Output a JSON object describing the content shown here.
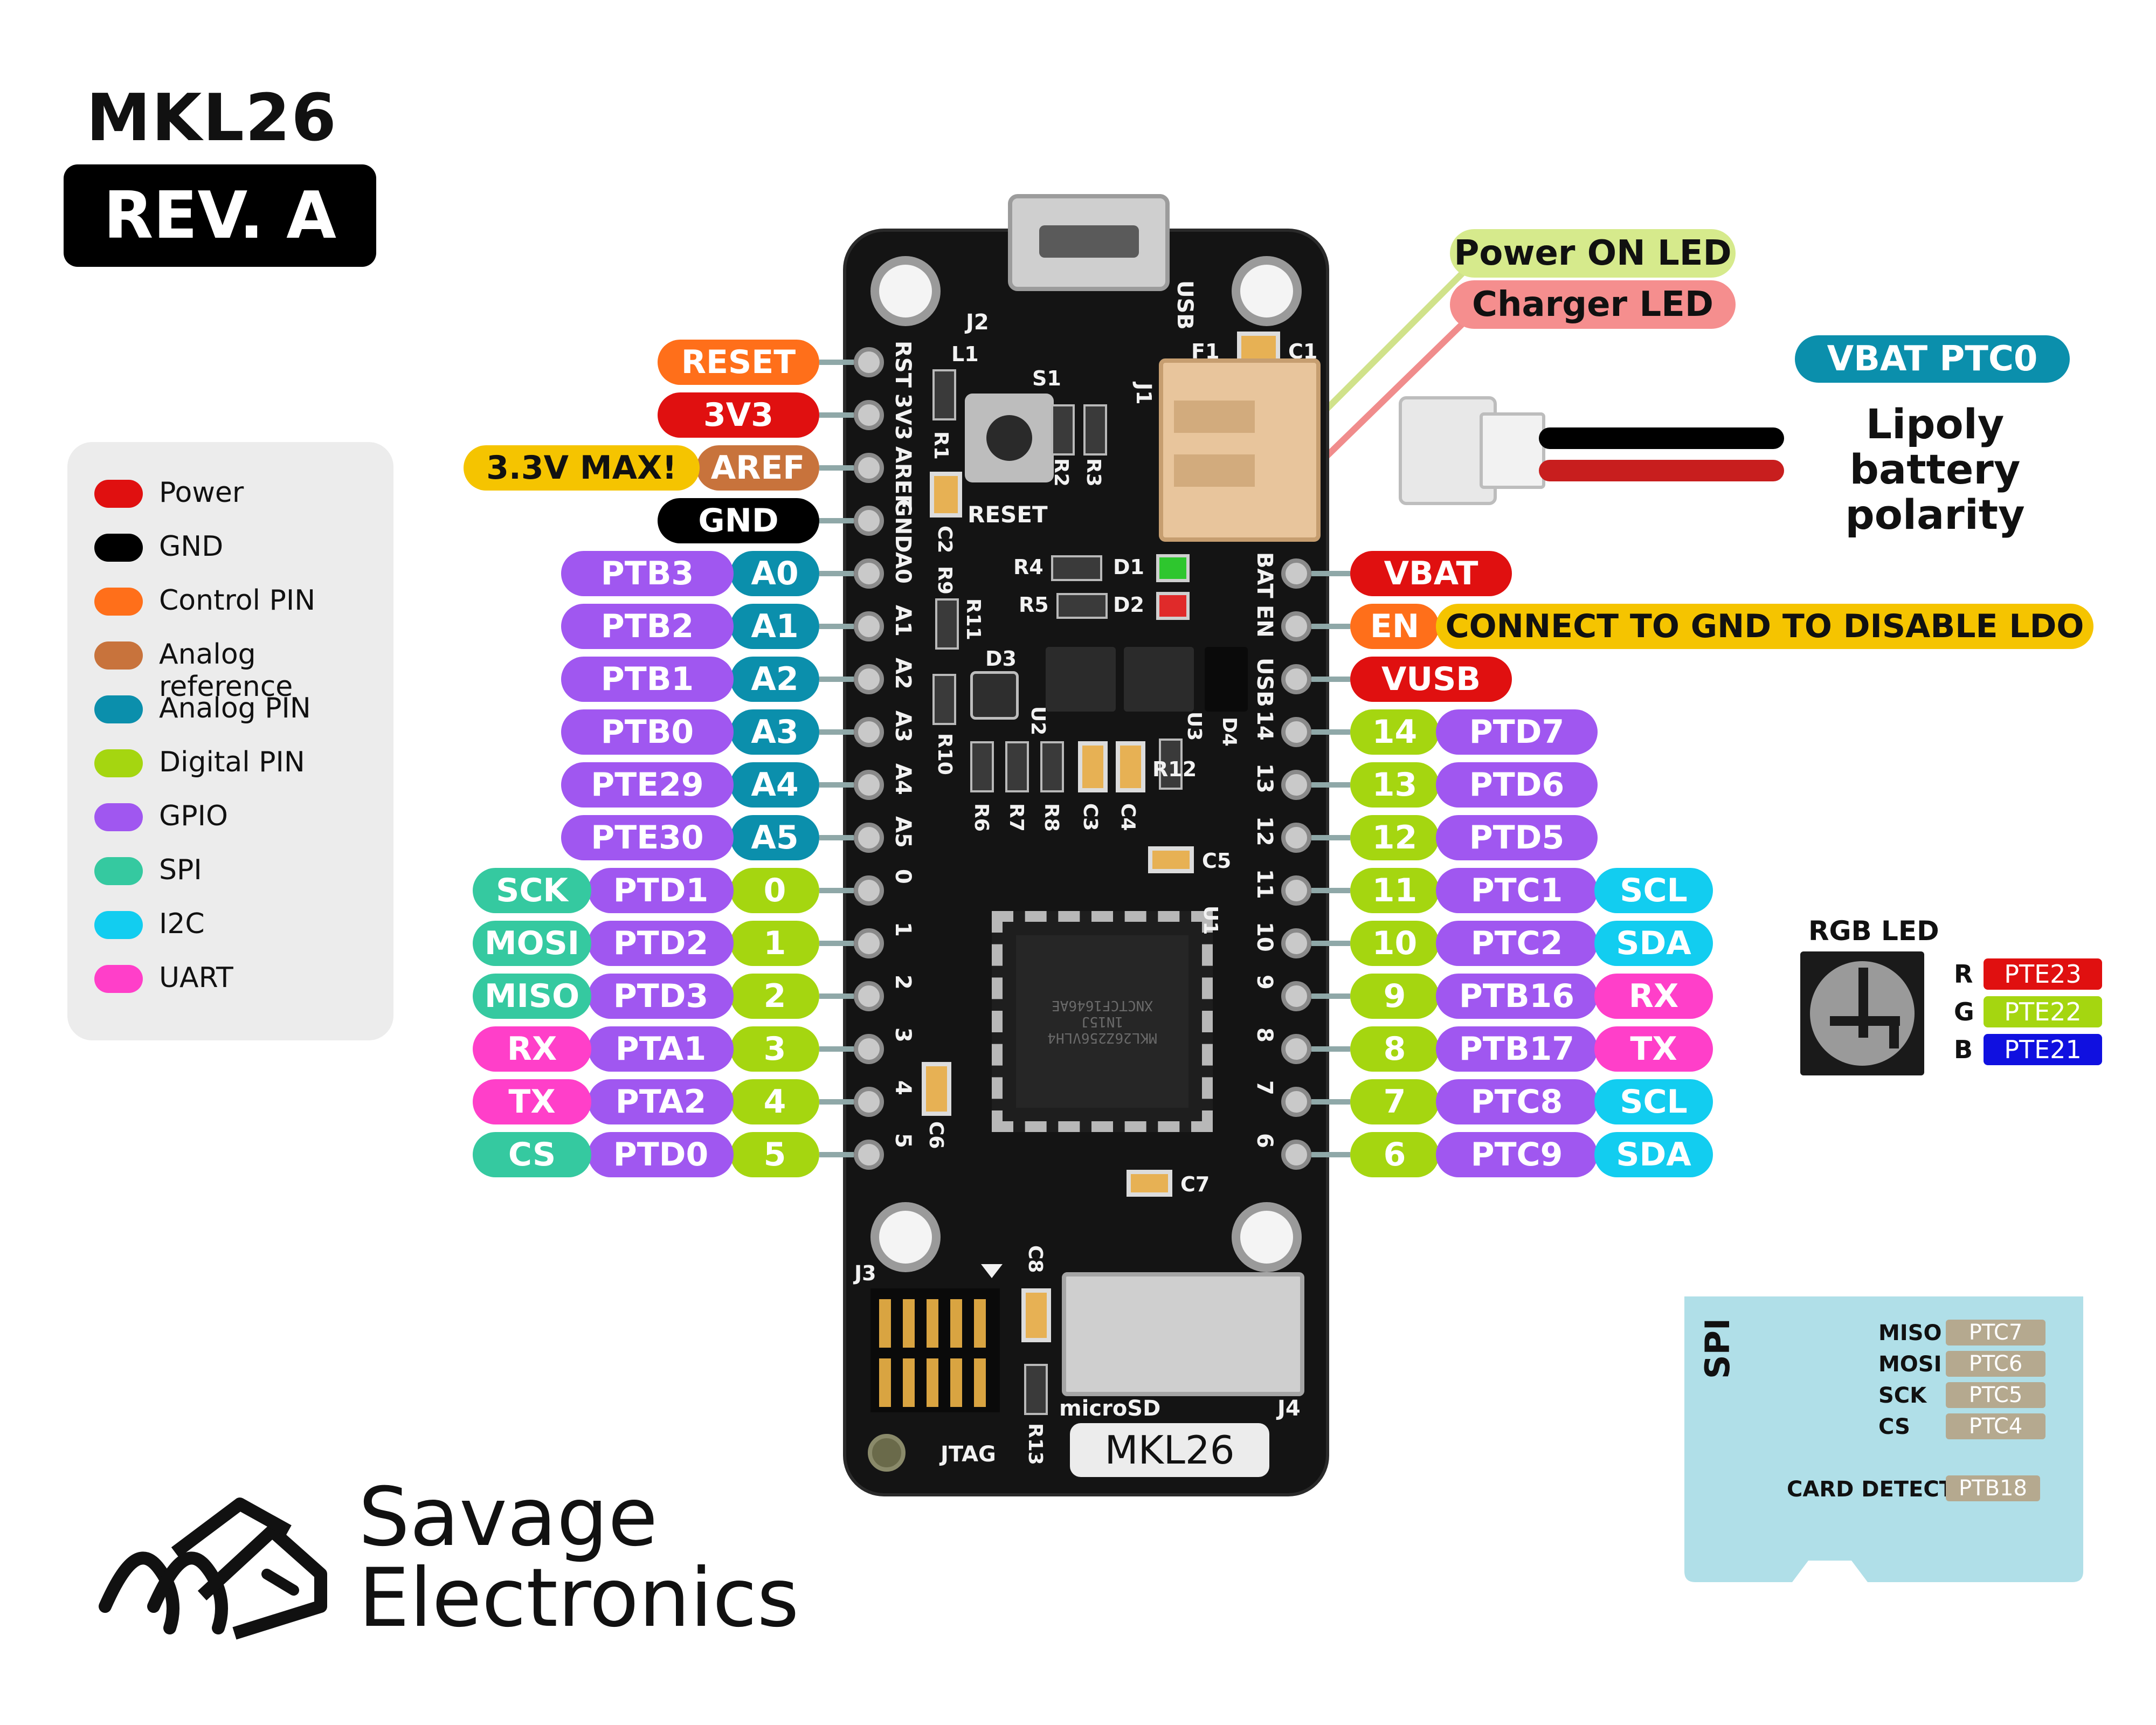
{
  "title": {
    "board": "MKL26",
    "revision": "REV. A"
  },
  "colors": {
    "power": "#e01010",
    "gnd": "#000000",
    "control": "#ff6f1a",
    "analog_ref": "#c8733c",
    "analog": "#0b8fac",
    "digital": "#a5d610",
    "gpio": "#a057f0",
    "spi": "#35c9a0",
    "i2c": "#12cdf0",
    "uart": "#ff3fc9",
    "warn": "#f5c400"
  },
  "legend": [
    {
      "label": "Power",
      "color": "#e01010"
    },
    {
      "label": "GND",
      "color": "#000000"
    },
    {
      "label": "Control PIN",
      "color": "#ff6f1a"
    },
    {
      "label": "Analog reference",
      "color": "#c8733c"
    },
    {
      "label": "Analog PIN",
      "color": "#0b8fac"
    },
    {
      "label": "Digital PIN",
      "color": "#a5d610"
    },
    {
      "label": "GPIO",
      "color": "#a057f0"
    },
    {
      "label": "SPI",
      "color": "#35c9a0"
    },
    {
      "label": "I2C",
      "color": "#12cdf0"
    },
    {
      "label": "UART",
      "color": "#ff3fc9"
    }
  ],
  "left_pins": [
    {
      "silk": "RST",
      "labels": [
        {
          "text": "RESET",
          "color": "#ff6f1a"
        }
      ]
    },
    {
      "silk": "3V3",
      "labels": [
        {
          "text": "3V3",
          "color": "#e01010"
        }
      ]
    },
    {
      "silk": "AREF",
      "labels": [
        {
          "text": "3.3V MAX!",
          "color": "#f5c400",
          "dark": true
        },
        {
          "text": "AREF",
          "color": "#c8733c"
        }
      ]
    },
    {
      "silk": "GND",
      "labels": [
        {
          "text": "GND",
          "color": "#000000"
        }
      ]
    },
    {
      "silk": "A0",
      "labels": [
        {
          "text": "PTB3",
          "color": "#a057f0"
        },
        {
          "text": "A0",
          "color": "#0b8fac"
        }
      ]
    },
    {
      "silk": "A1",
      "labels": [
        {
          "text": "PTB2",
          "color": "#a057f0"
        },
        {
          "text": "A1",
          "color": "#0b8fac"
        }
      ]
    },
    {
      "silk": "A2",
      "labels": [
        {
          "text": "PTB1",
          "color": "#a057f0"
        },
        {
          "text": "A2",
          "color": "#0b8fac"
        }
      ]
    },
    {
      "silk": "A3",
      "labels": [
        {
          "text": "PTB0",
          "color": "#a057f0"
        },
        {
          "text": "A3",
          "color": "#0b8fac"
        }
      ]
    },
    {
      "silk": "A4",
      "labels": [
        {
          "text": "PTE29",
          "color": "#a057f0"
        },
        {
          "text": "A4",
          "color": "#0b8fac"
        }
      ]
    },
    {
      "silk": "A5",
      "labels": [
        {
          "text": "PTE30",
          "color": "#a057f0"
        },
        {
          "text": "A5",
          "color": "#0b8fac"
        }
      ]
    },
    {
      "silk": "0",
      "labels": [
        {
          "text": "SCK",
          "color": "#35c9a0"
        },
        {
          "text": "PTD1",
          "color": "#a057f0"
        },
        {
          "text": "0",
          "color": "#a5d610"
        }
      ]
    },
    {
      "silk": "1",
      "labels": [
        {
          "text": "MOSI",
          "color": "#35c9a0"
        },
        {
          "text": "PTD2",
          "color": "#a057f0"
        },
        {
          "text": "1",
          "color": "#a5d610"
        }
      ]
    },
    {
      "silk": "2",
      "labels": [
        {
          "text": "MISO",
          "color": "#35c9a0"
        },
        {
          "text": "PTD3",
          "color": "#a057f0"
        },
        {
          "text": "2",
          "color": "#a5d610"
        }
      ]
    },
    {
      "silk": "3",
      "labels": [
        {
          "text": "RX",
          "color": "#ff3fc9"
        },
        {
          "text": "PTA1",
          "color": "#a057f0"
        },
        {
          "text": "3",
          "color": "#a5d610"
        }
      ]
    },
    {
      "silk": "4",
      "labels": [
        {
          "text": "TX",
          "color": "#ff3fc9"
        },
        {
          "text": "PTA2",
          "color": "#a057f0"
        },
        {
          "text": "4",
          "color": "#a5d610"
        }
      ]
    },
    {
      "silk": "5",
      "labels": [
        {
          "text": "CS",
          "color": "#35c9a0"
        },
        {
          "text": "PTD0",
          "color": "#a057f0"
        },
        {
          "text": "5",
          "color": "#a5d610"
        }
      ]
    }
  ],
  "right_pins": [
    {
      "silk": "BAT",
      "labels": [
        {
          "text": "VBAT",
          "color": "#e01010"
        }
      ]
    },
    {
      "silk": "EN",
      "labels": [
        {
          "text": "EN",
          "color": "#ff6f1a"
        },
        {
          "text": "CONNECT TO GND TO DISABLE LDO",
          "color": "#f5c400",
          "dark": true
        }
      ]
    },
    {
      "silk": "USB",
      "labels": [
        {
          "text": "VUSB",
          "color": "#e01010"
        }
      ]
    },
    {
      "silk": "14",
      "labels": [
        {
          "text": "14",
          "color": "#a5d610"
        },
        {
          "text": "PTD7",
          "color": "#a057f0"
        }
      ]
    },
    {
      "silk": "13",
      "labels": [
        {
          "text": "13",
          "color": "#a5d610"
        },
        {
          "text": "PTD6",
          "color": "#a057f0"
        }
      ]
    },
    {
      "silk": "12",
      "labels": [
        {
          "text": "12",
          "color": "#a5d610"
        },
        {
          "text": "PTD5",
          "color": "#a057f0"
        }
      ]
    },
    {
      "silk": "11",
      "labels": [
        {
          "text": "11",
          "color": "#a5d610"
        },
        {
          "text": "PTC1",
          "color": "#a057f0"
        },
        {
          "text": "SCL",
          "color": "#12cdf0"
        }
      ]
    },
    {
      "silk": "10",
      "labels": [
        {
          "text": "10",
          "color": "#a5d610"
        },
        {
          "text": "PTC2",
          "color": "#a057f0"
        },
        {
          "text": "SDA",
          "color": "#12cdf0"
        }
      ]
    },
    {
      "silk": "9",
      "labels": [
        {
          "text": "9",
          "color": "#a5d610"
        },
        {
          "text": "PTB16",
          "color": "#a057f0"
        },
        {
          "text": "RX",
          "color": "#ff3fc9"
        }
      ]
    },
    {
      "silk": "8",
      "labels": [
        {
          "text": "8",
          "color": "#a5d610"
        },
        {
          "text": "PTB17",
          "color": "#a057f0"
        },
        {
          "text": "TX",
          "color": "#ff3fc9"
        }
      ]
    },
    {
      "silk": "7",
      "labels": [
        {
          "text": "7",
          "color": "#a5d610"
        },
        {
          "text": "PTC8",
          "color": "#a057f0"
        },
        {
          "text": "SCL",
          "color": "#12cdf0"
        }
      ]
    },
    {
      "silk": "6",
      "labels": [
        {
          "text": "6",
          "color": "#a5d610"
        },
        {
          "text": "PTC9",
          "color": "#a057f0"
        },
        {
          "text": "SDA",
          "color": "#12cdf0"
        }
      ]
    }
  ],
  "callouts": {
    "power_led": "Power ON LED",
    "charger_led": "Charger LED",
    "vbat_pin": "VBAT PTC0",
    "battery_line1": "Lipoly battery",
    "battery_line2": "polarity"
  },
  "rgb_led": {
    "title": "RGB LED",
    "channels": [
      {
        "letter": "R",
        "pin": "PTE23",
        "color": "#e01010"
      },
      {
        "letter": "G",
        "pin": "PTE22",
        "color": "#a5d610"
      },
      {
        "letter": "B",
        "pin": "PTE21",
        "color": "#1010e0"
      }
    ]
  },
  "sd_card": {
    "title": "SPI",
    "rows": [
      {
        "label": "MISO",
        "value": "PTC7"
      },
      {
        "label": "MOSI",
        "value": "PTC6"
      },
      {
        "label": "SCK",
        "value": "PTC5"
      },
      {
        "label": "CS",
        "value": "PTC4"
      }
    ],
    "detect_label": "CARD DETECT",
    "detect_value": "PTB18"
  },
  "brand": {
    "line1": "Savage",
    "line2": "Electronics"
  },
  "board_silk": {
    "usb": "USB",
    "j2": "J2",
    "l1": "L1",
    "s1": "S1",
    "f1": "F1",
    "c1": "C1",
    "j1": "J1",
    "r1": "R1",
    "r2": "R2",
    "r3": "R3",
    "reset": "RESET",
    "c2": "C2",
    "r9": "R9",
    "r4": "R4",
    "d1": "D1",
    "r5": "R5",
    "d2": "D2",
    "r11": "R11",
    "d3": "D3",
    "u2": "U2",
    "u3": "U3",
    "d4": "D4",
    "r10": "R10",
    "r12": "R12",
    "r6": "R6",
    "r7": "R7",
    "r8": "R8",
    "c3": "C3",
    "c4": "C4",
    "c5": "C5",
    "u1": "U1",
    "c6": "C6",
    "c7": "C7",
    "j3": "J3",
    "c8": "C8",
    "j4": "J4",
    "microsd": "microSD",
    "jtag": "JTAG",
    "r13": "R13",
    "board_name": "MKL26",
    "chip_line1": "MKL26Z256VLH4",
    "chip_line2": "1N15J",
    "chip_line3": "XNCTCF1646AE"
  }
}
